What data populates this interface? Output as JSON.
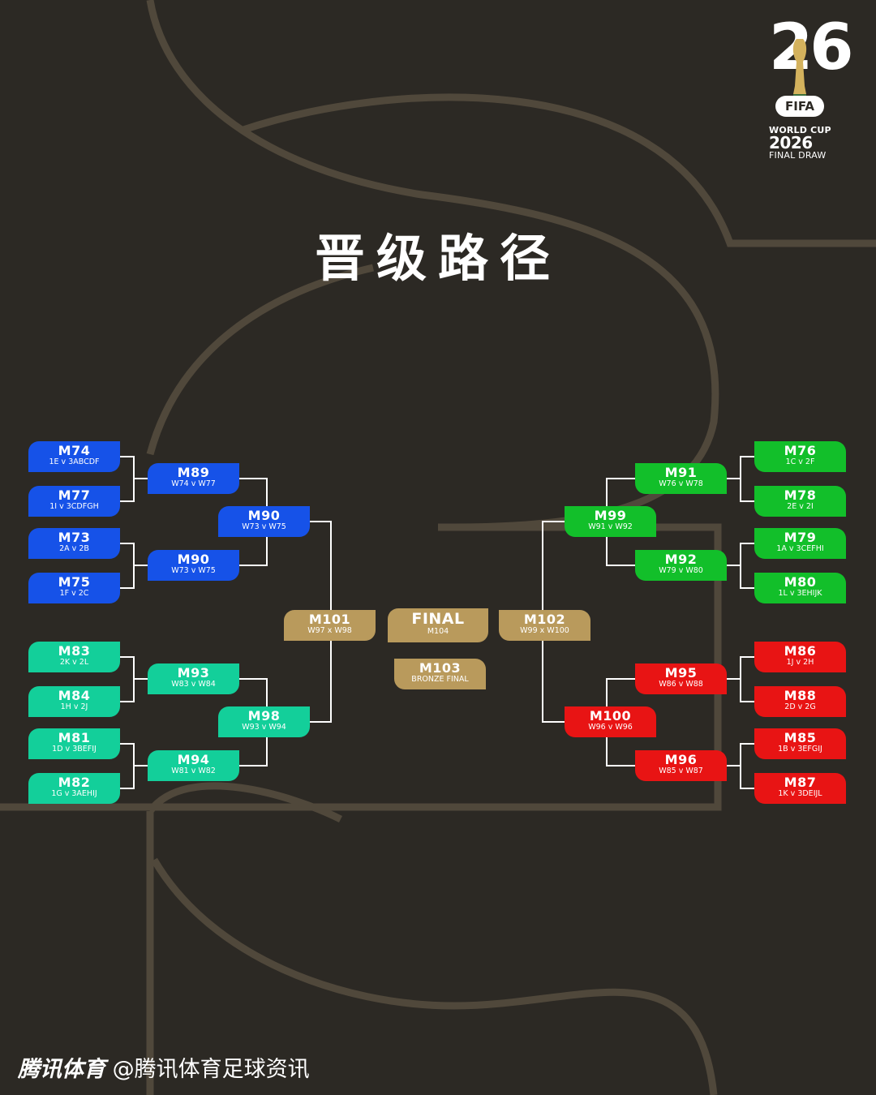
{
  "title": "晋级路径",
  "logo": {
    "number": "26",
    "fifa": "FIFA",
    "line1": "WORLD CUP",
    "line2": "2026",
    "line3": "FINAL DRAW"
  },
  "matches": {
    "m74": {
      "code": "M74",
      "sub": "1E v 3ABCDF"
    },
    "m77": {
      "code": "M77",
      "sub": "1I v 3CDFGH"
    },
    "m73": {
      "code": "M73",
      "sub": "2A v 2B"
    },
    "m75": {
      "code": "M75",
      "sub": "1F v 2C"
    },
    "m83": {
      "code": "M83",
      "sub": "2K v 2L"
    },
    "m84": {
      "code": "M84",
      "sub": "1H v 2J"
    },
    "m81": {
      "code": "M81",
      "sub": "1D v 3BEFIJ"
    },
    "m82": {
      "code": "M82",
      "sub": "1G v 3AEHIJ"
    },
    "m89": {
      "code": "M89",
      "sub": "W74 v W77"
    },
    "m90a": {
      "code": "M90",
      "sub": "W73 v W75"
    },
    "m93": {
      "code": "M93",
      "sub": "W83 v W84"
    },
    "m94": {
      "code": "M94",
      "sub": "W81 v W82"
    },
    "m90b": {
      "code": "M90",
      "sub": "W73 v W75"
    },
    "m98": {
      "code": "M98",
      "sub": "W93 v W94"
    },
    "m101": {
      "code": "M101",
      "sub": "W97 x W98"
    },
    "final": {
      "code": "FINAL",
      "sub": "M104"
    },
    "m103": {
      "code": "M103",
      "sub": "BRONZE FINAL"
    },
    "m102": {
      "code": "M102",
      "sub": "W99 x W100"
    },
    "m99": {
      "code": "M99",
      "sub": "W91 v W92"
    },
    "m100": {
      "code": "M100",
      "sub": "W96 v W96"
    },
    "m91": {
      "code": "M91",
      "sub": "W76 v W78"
    },
    "m92": {
      "code": "M92",
      "sub": "W79 v W80"
    },
    "m95": {
      "code": "M95",
      "sub": "W86 v W88"
    },
    "m96": {
      "code": "M96",
      "sub": "W85 v W87"
    },
    "m76": {
      "code": "M76",
      "sub": "1C v 2F"
    },
    "m78": {
      "code": "M78",
      "sub": "2E v 2I"
    },
    "m79": {
      "code": "M79",
      "sub": "1A v 3CEFHI"
    },
    "m80": {
      "code": "M80",
      "sub": "1L v 3EHIJK"
    },
    "m86": {
      "code": "M86",
      "sub": "1J v 2H"
    },
    "m88": {
      "code": "M88",
      "sub": "2D v 2G"
    },
    "m85": {
      "code": "M85",
      "sub": "1B v 3EFGIJ"
    },
    "m87": {
      "code": "M87",
      "sub": "1K v 3DEIJL"
    }
  },
  "colors": {
    "background": "#2c2924",
    "blue": "#1652e8",
    "teal": "#13cf9a",
    "green": "#12bf2a",
    "red": "#e81414",
    "gold": "#b99a5c"
  },
  "footer": {
    "brand": "腾讯体育",
    "handle": "@腾讯体育足球资讯"
  }
}
